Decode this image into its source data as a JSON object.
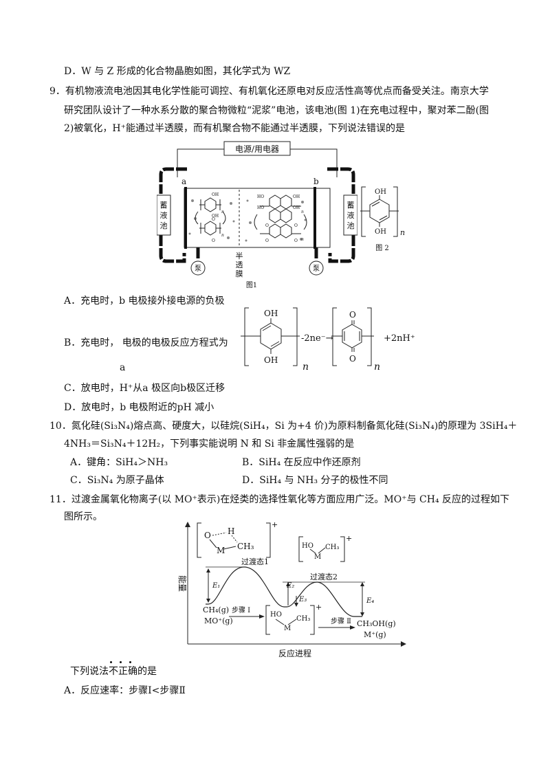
{
  "q8": {
    "optD": "D．W 与 Z 形成的化合物晶胞如图，其化学式为 WZ"
  },
  "q9": {
    "stem1": "9．有机物液流电池因其电化学性能可调控、有机氧化还原电对反应活性高等优点而备受关注。南京大学",
    "stem2": "研究团队设计了一种水系分散的聚合物微粒“泥浆”电池，该电池(图 1)在充电过程中，聚对苯二酚(图",
    "stem3": "2)被氧化，H⁺能通过半透膜，而有机聚合物不能通过半透膜，下列说法错误的是",
    "fig1": {
      "source_label": "电源/用电器",
      "electrode_a": "a",
      "electrode_b": "b",
      "tank_left": [
        "蓄",
        "液",
        "池"
      ],
      "tank_right": [
        "蓄",
        "液",
        "池"
      ],
      "pump_left": "泵",
      "pump_right": "泵",
      "membrane": [
        "半",
        "透",
        "膜"
      ],
      "caption": "图1",
      "oh": "OH",
      "o": "O",
      "ho": "HO",
      "n": "n"
    },
    "fig2": {
      "oh_top": "OH",
      "oh_bottom": "OH",
      "n": "n",
      "caption": "图 2"
    },
    "optA": "A．充电时，b 电极接外接电源的负极",
    "optB_text": "B．充电时，  电极的电极反应方程式为",
    "optB_a": "a",
    "optB_eq": {
      "oh_top": "OH",
      "oh_bottom": "OH",
      "n1": "n",
      "minus": "-2ne⁻→",
      "o_top": "O",
      "o_bottom": "O",
      "n2": "n",
      "plus": "+2nH⁺"
    },
    "optC": "C．放电时，H⁺从a 极区向b极区迁移",
    "optD": "D．放电时，b 电极附近的pH 减小"
  },
  "q10": {
    "stem1": "10．氮化硅(Si₃N₄)熔点高、硬度大，以硅烷(SiH₄，Si 为+4 价)为原料制备氮化硅(Si₃N₄)的原理为 3SiH₄＋",
    "stem2": "4NH₃＝Si₃N₄＋12H₂，下列事实能说明 N 和 Si 非金属性强弱的是",
    "optA": "A．键角：SiH₄＞NH₃",
    "optB": "B．SiH₄ 在反应中作还原剂",
    "optC": "C．Si₃N₄ 为原子晶体",
    "optD": "D．SiH₄ 与 NH₃ 分子的极性不同"
  },
  "q11": {
    "stem1": "11．过渡金属氧化物离子(以 MO⁺表示)在烃类的选择性氧化等方面应用广泛。MO⁺与 CH₄ 反应的过程如下",
    "stem2": "图所示。",
    "fig": {
      "ylabel": "能量",
      "xlabel": "反应进程",
      "ts1": "过渡态1",
      "ts2": "过渡态2",
      "e1": "E₁",
      "e2": "E₂",
      "e3": "E₃",
      "e4": "E₄",
      "reactant1": "CH₄(g)",
      "reactant2": "MO⁺(g)",
      "step1": "步骤 Ⅰ",
      "step2": "步骤 Ⅱ",
      "product1": "CH₃OH(g)",
      "product2": "M⁺(g)",
      "ts1_O": "O",
      "ts1_H": "H",
      "ts1_M": "M",
      "ts1_CH3": "CH₃",
      "ts2_HO": "HO",
      "ts2_M": "M",
      "ts2_CH3": "CH₃",
      "int_HO": "HO",
      "int_M": "M",
      "int_CH3": "CH₃",
      "plus": "+"
    },
    "prompt": "下列说法不正确的是",
    "optA": "A．反应速率：步骤Ⅰ<步骤Ⅱ"
  }
}
